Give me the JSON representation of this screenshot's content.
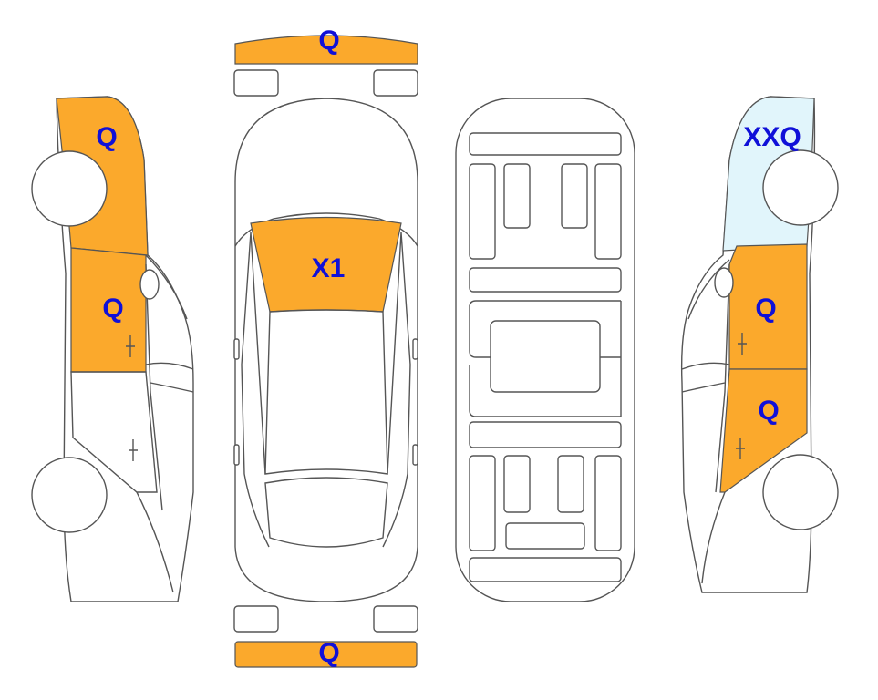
{
  "colors": {
    "damage_orange": "#FBA92C",
    "damage_light_blue": "#E1F5FB",
    "label_blue": "#1010D8",
    "outline": "#555555"
  },
  "parts": {
    "front_bumper": {
      "code": "Q",
      "fill": "orange"
    },
    "windshield": {
      "code": "X1",
      "fill": "orange"
    },
    "rear_bumper": {
      "code": "Q",
      "fill": "orange"
    },
    "left_front_fender": {
      "code": "Q",
      "fill": "orange"
    },
    "left_front_door": {
      "code": "Q",
      "fill": "orange"
    },
    "right_front_fender": {
      "code": "XXQ",
      "fill": "light-blue"
    },
    "right_front_door": {
      "code": "Q",
      "fill": "orange"
    },
    "right_rear_door": {
      "code": "Q",
      "fill": "orange"
    }
  }
}
